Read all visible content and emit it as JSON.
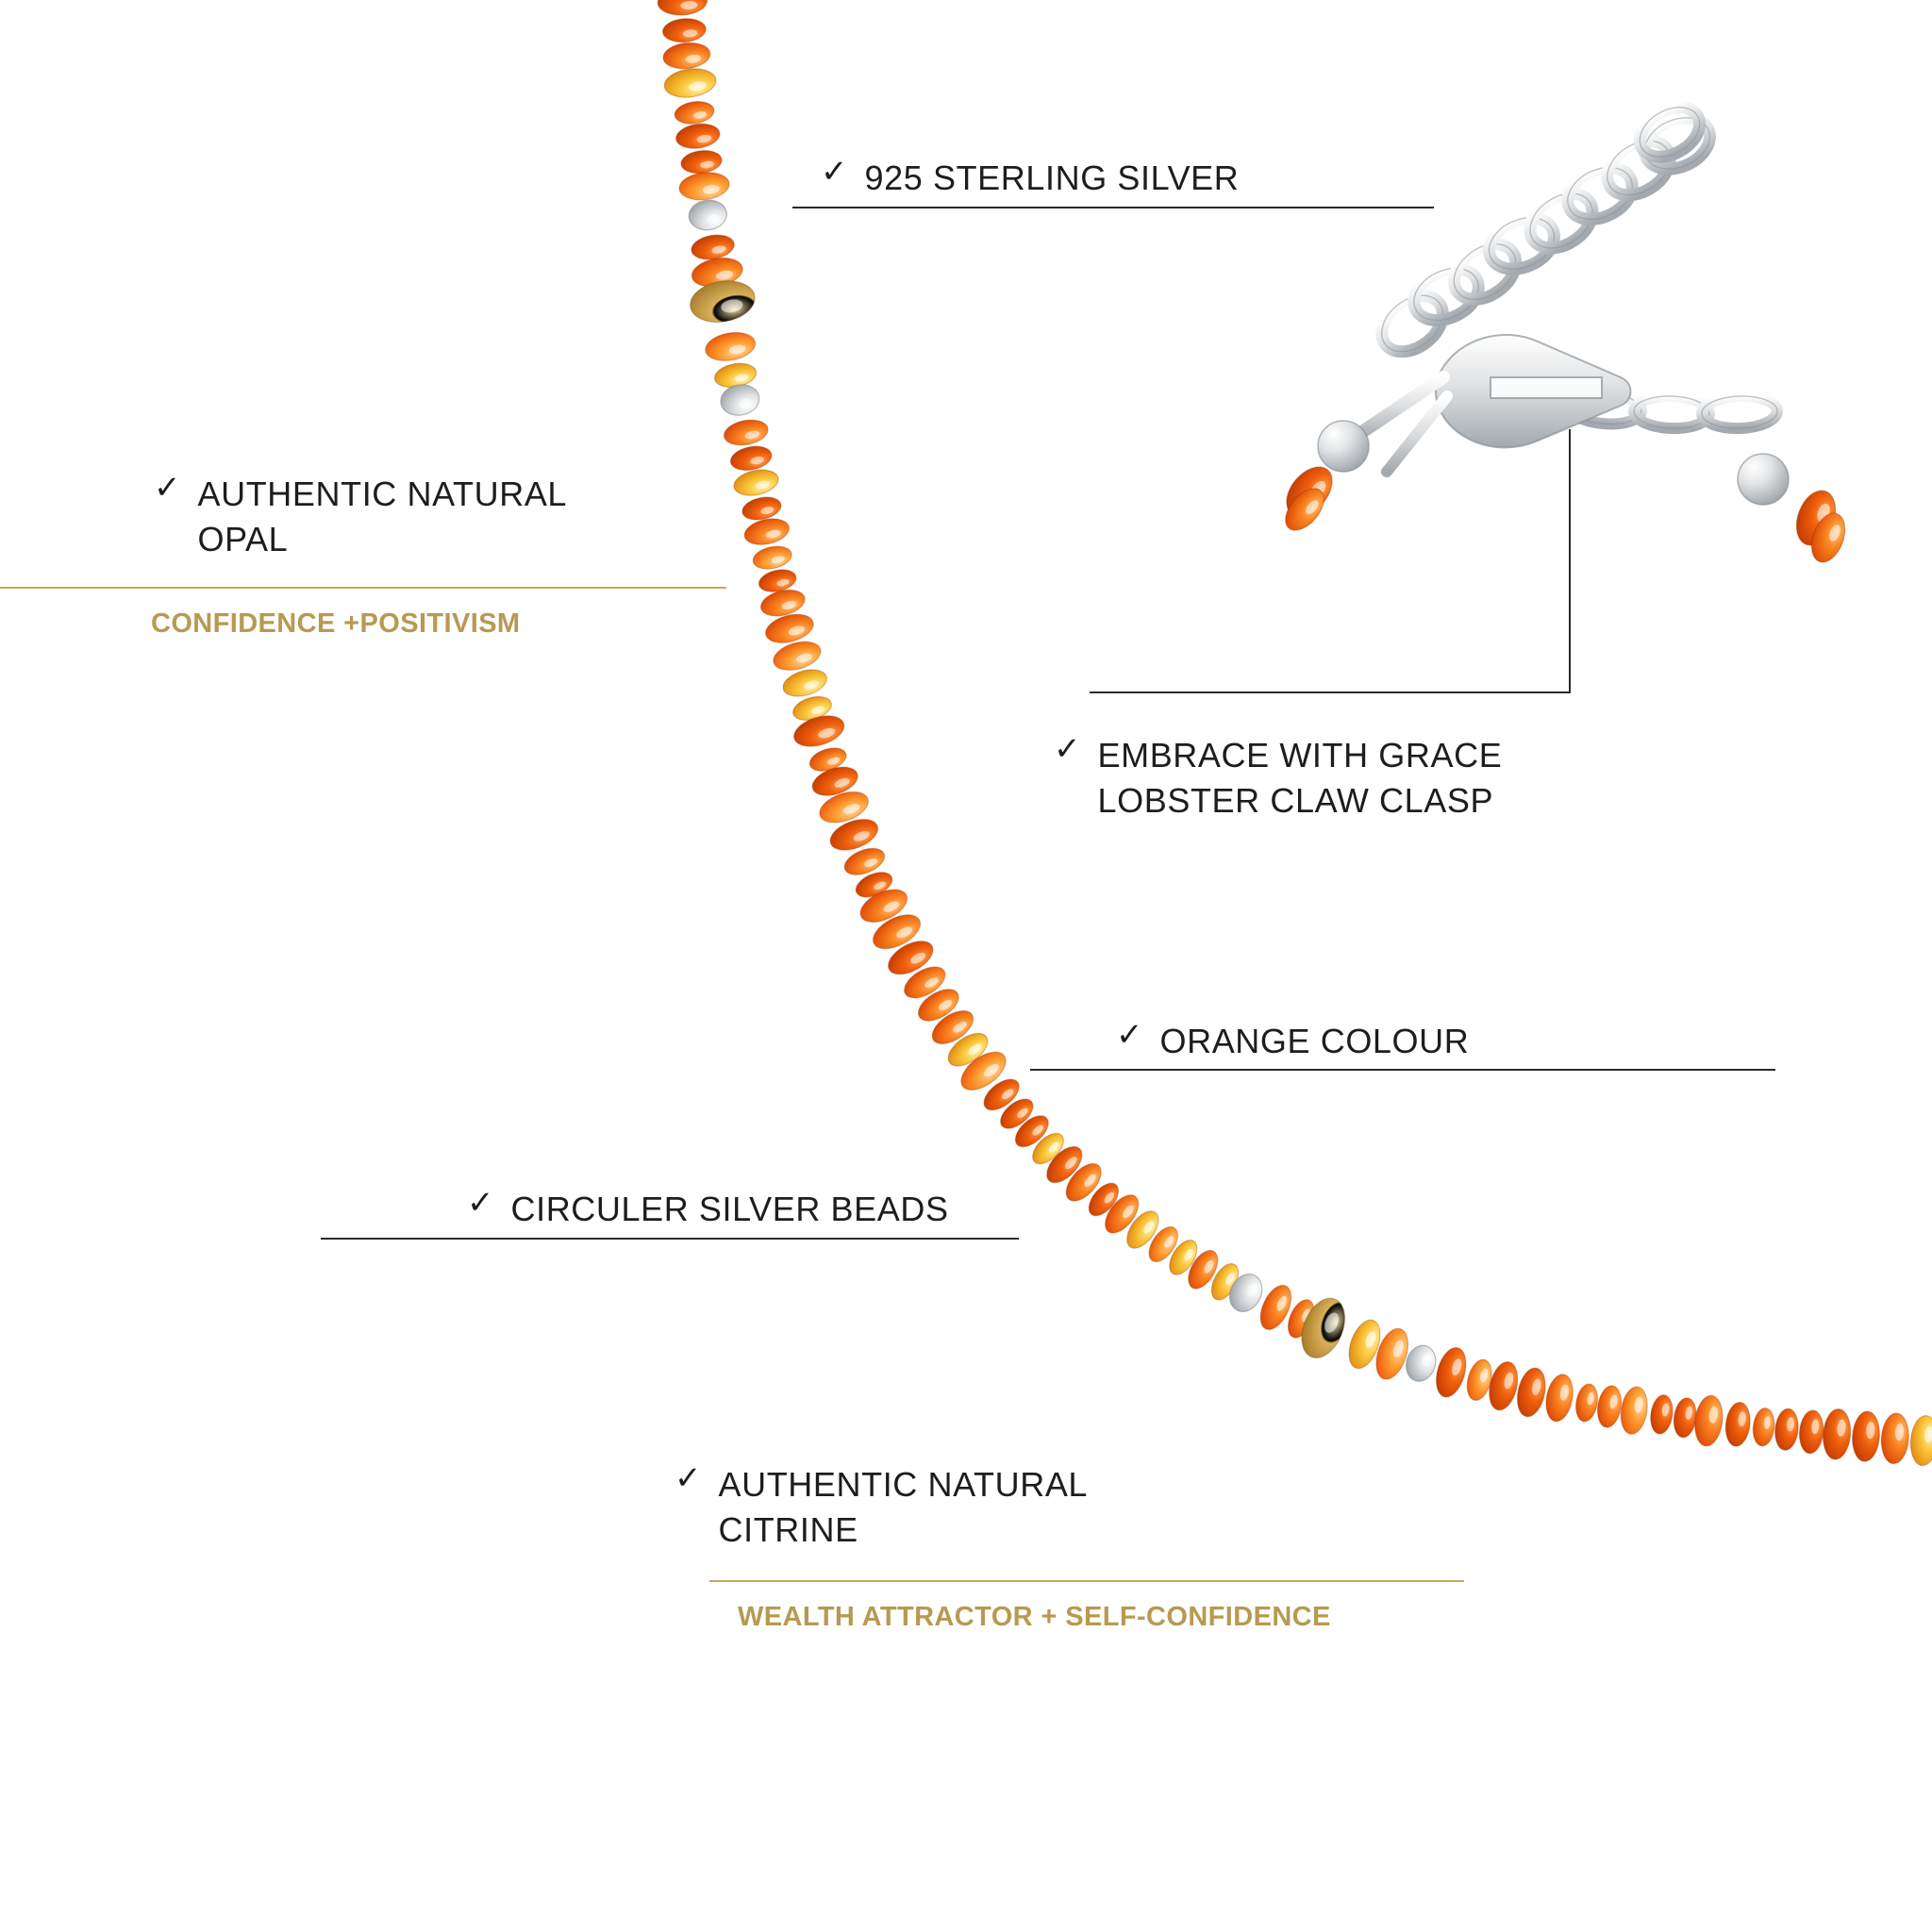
{
  "product": {
    "type": "beaded-necklace",
    "materials": [
      "fire opal",
      "citrine",
      "sterling silver"
    ],
    "colors": {
      "bead_primary": "#f96e10",
      "bead_deep": "#e4490a",
      "bead_light": "#ffa53d",
      "bead_yellow": "#f7c62d",
      "citrine": "#d4a33c",
      "silver": "#d9dadb",
      "silver_highlight": "#ffffff",
      "silver_shadow": "#9aa0a5"
    }
  },
  "annotations": [
    {
      "id": "sterling-silver",
      "tick": "✓",
      "label": "925 STERLING SILVER"
    },
    {
      "id": "authentic-natural-opal",
      "tick": "✓",
      "label": "AUTHENTIC NATURAL\nOPAL",
      "sub": "CONFIDENCE +POSITIVISM"
    },
    {
      "id": "lobster-claw-clasp",
      "tick": "✓",
      "label": "EMBRACE WITH GRACE\nLOBSTER CLAW CLASP"
    },
    {
      "id": "orange-colour",
      "tick": "✓",
      "label": "ORANGE COLOUR"
    },
    {
      "id": "circuler-silver-beads",
      "tick": "✓",
      "label": "CIRCULER SILVER BEADS"
    },
    {
      "id": "authentic-natural-citrine",
      "tick": "✓",
      "label": "AUTHENTIC NATURAL\nCITRINE",
      "sub": "WEALTH ATTRACTOR + SELF-CONFIDENCE"
    }
  ],
  "theme": {
    "background": "#ffffff",
    "text": "#1d1d1b",
    "accent_gold": "#b79a51",
    "rule_dark": "#2b2b2b",
    "rule_gold": "#c3a95f"
  }
}
